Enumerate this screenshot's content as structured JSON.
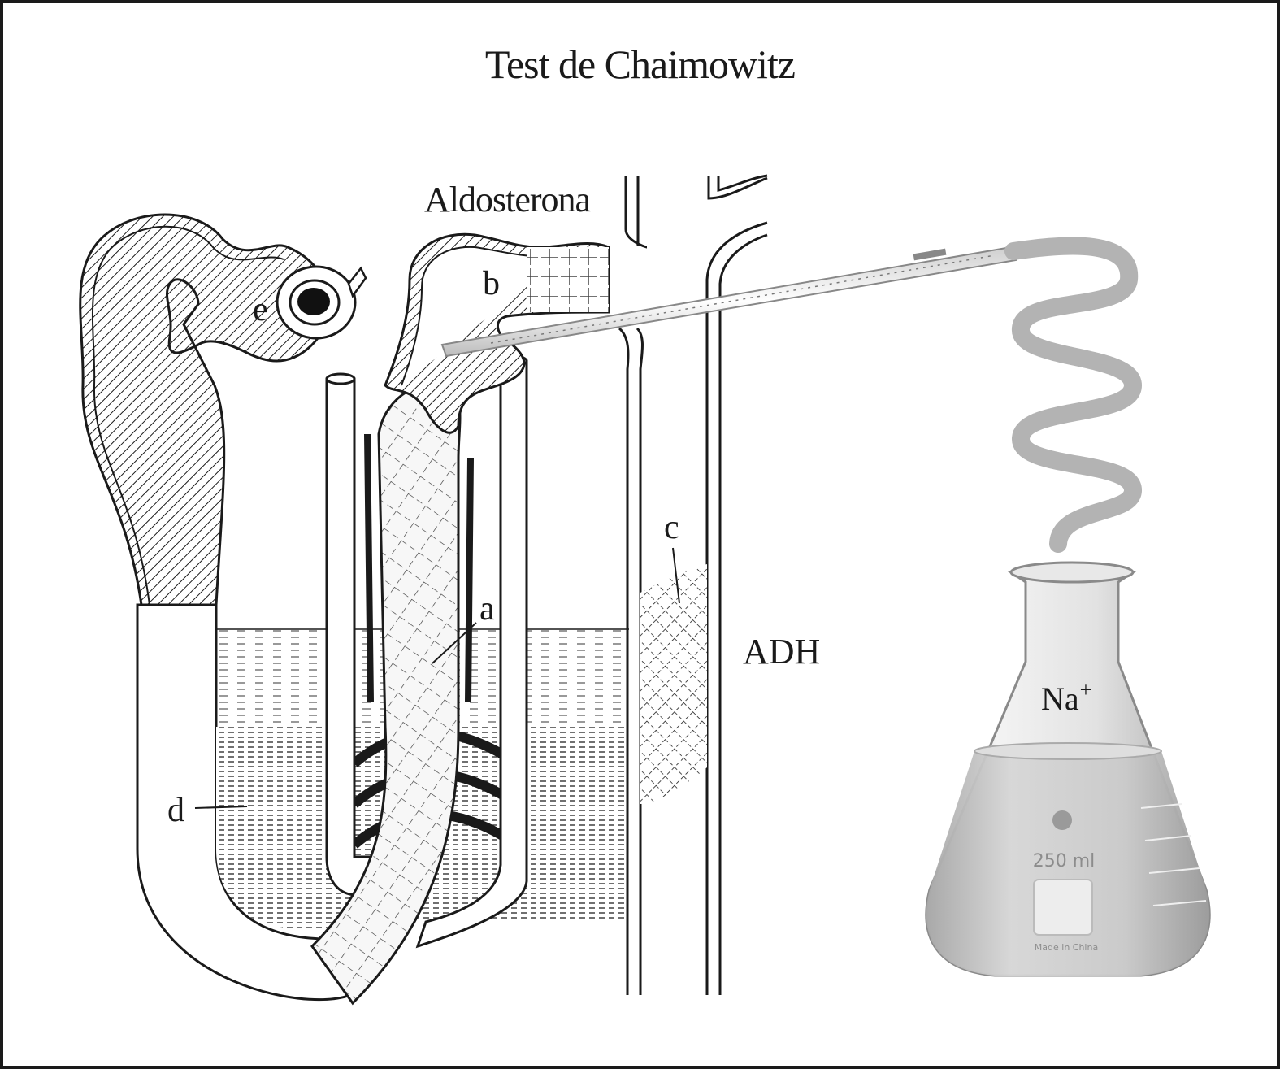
{
  "title": "Test de Chaimowitz",
  "labels": {
    "hormone_top": "Aldosterona",
    "hormone_side": "ADH",
    "ion": "Na",
    "ion_charge": "+",
    "a": "a",
    "b": "b",
    "c": "c",
    "d": "d",
    "e": "e"
  },
  "flask_markings": {
    "volume": "250 ml",
    "origin": "Made in China"
  },
  "colors": {
    "ink": "#1a1a1a",
    "tube_gray": "#b3b3b3",
    "flask_glass": "#d9d9d9",
    "liquid": "#c4c4c4"
  }
}
